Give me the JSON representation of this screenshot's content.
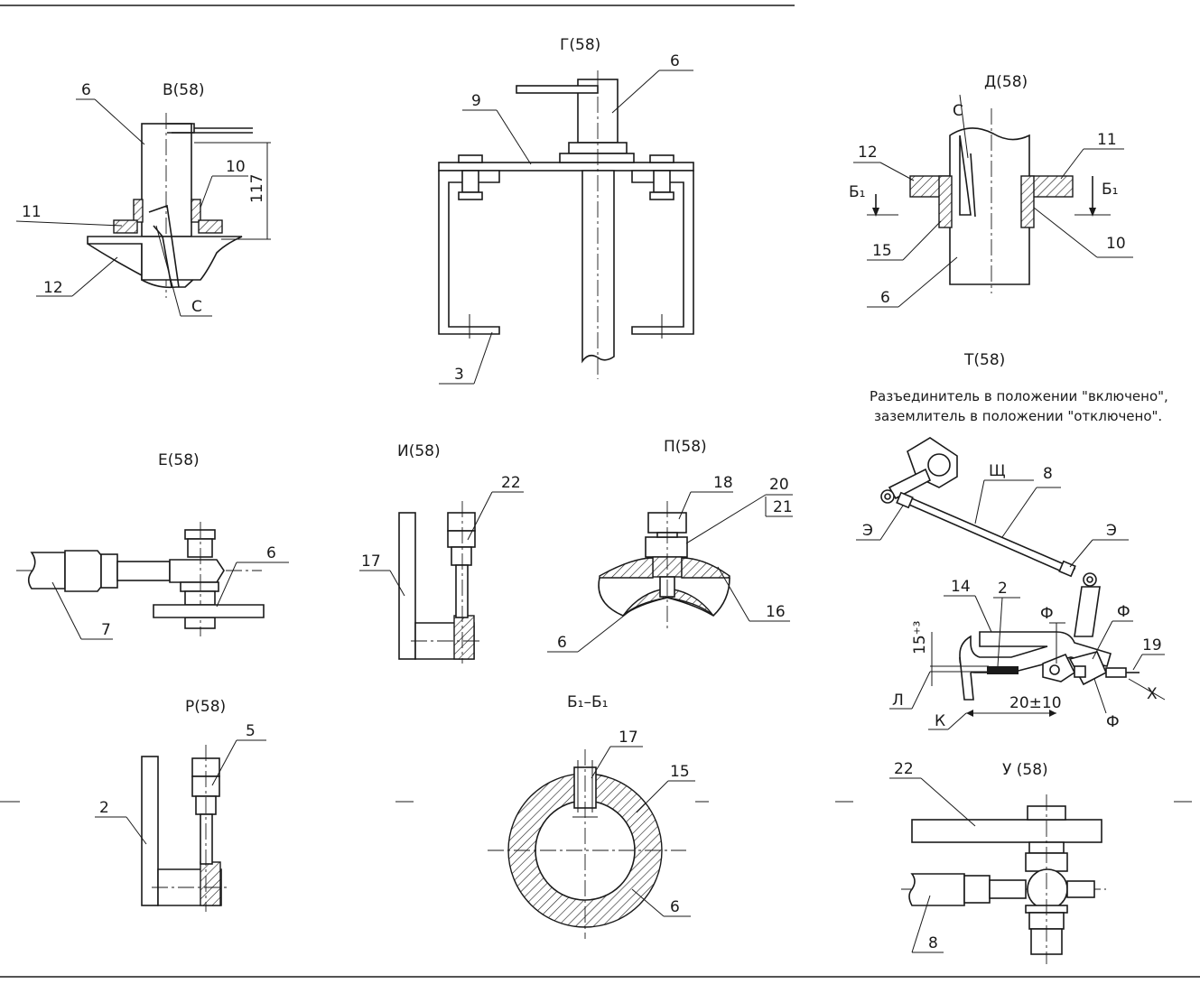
{
  "views": {
    "v": "В(58)",
    "g": "Г(58)",
    "d": "Д(58)",
    "t": "Т(58)",
    "e": "Е(58)",
    "i": "И(58)",
    "p": "П(58)",
    "r": "Р(58)",
    "b": "Б₁–Б₁",
    "u": "У (58)"
  },
  "note": {
    "line1": "Разъединитель в положении \"включено\",",
    "line2": "заземлитель в положении \"отключено\"."
  },
  "dims": {
    "d117": "117",
    "d15": "15⁺³",
    "d20": "20±10"
  },
  "callouts": {
    "v": [
      "6",
      "10",
      "11",
      "12",
      "С"
    ],
    "g": [
      "6",
      "9",
      "3"
    ],
    "d": [
      "С",
      "12",
      "11",
      "Б₁",
      "Б₁",
      "15",
      "10",
      "6"
    ],
    "t": [
      "Щ",
      "8",
      "Э",
      "Э",
      "14",
      "2",
      "Ф",
      "Ф",
      "19",
      "Л",
      "К",
      "Х",
      "Ф"
    ],
    "e": [
      "6",
      "7"
    ],
    "i": [
      "22",
      "17"
    ],
    "p": [
      "18",
      "20",
      "21",
      "16",
      "6"
    ],
    "r": [
      "5",
      "2"
    ],
    "b": [
      "17",
      "15",
      "6"
    ],
    "u": [
      "22",
      "8"
    ]
  }
}
